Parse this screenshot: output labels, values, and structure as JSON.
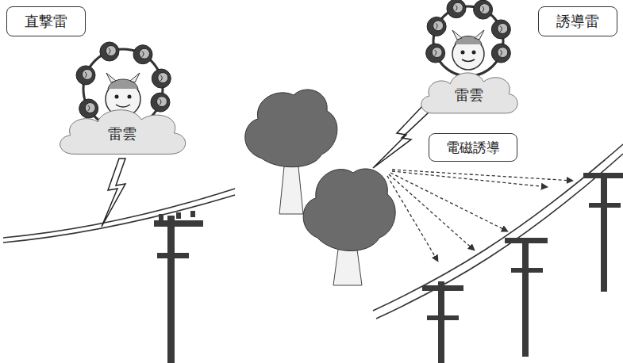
{
  "diagram": {
    "nodes": [
      {
        "text": [
          "直撃雷"
        ]
      },
      {
        "text": [
          "雷雲"
        ]
      },
      {
        "text": [
          "雷雲"
        ]
      },
      {
        "text": [
          "誘導雷"
        ]
      },
      {
        "text": [
          "電磁誘導"
        ]
      }
    ]
  }
}
